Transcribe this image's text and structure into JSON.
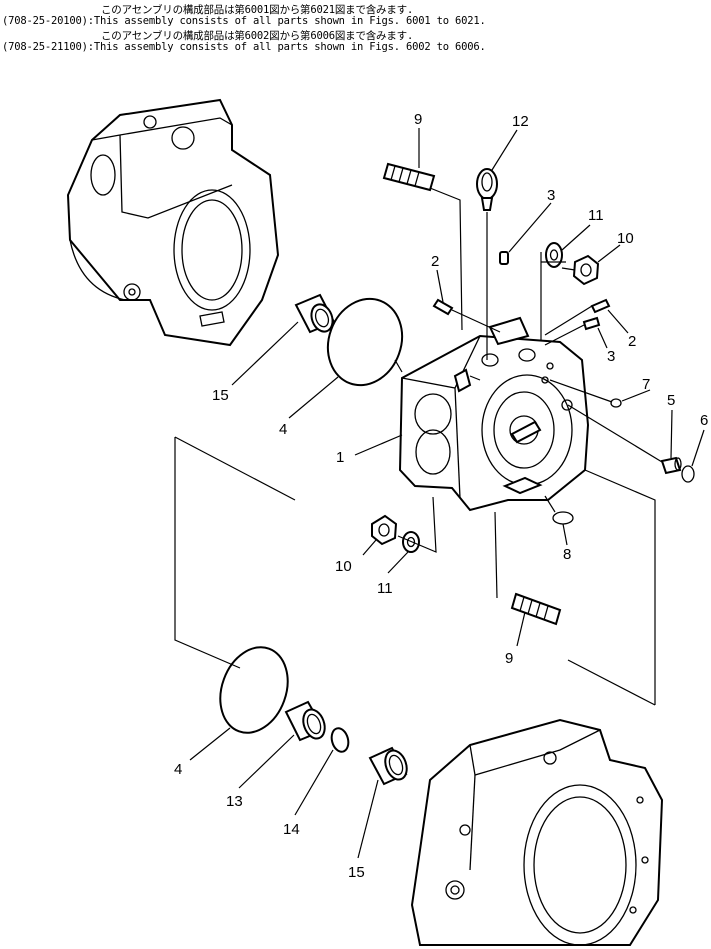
{
  "header": {
    "line1": "このアセンブリの構成部品は第6001図から第6021図まで含みます.",
    "line2": "(708-25-20100):This assembly consists of all parts shown in Figs. 6001 to 6021.",
    "line3": "このアセンブリの構成部品は第6002図から第6006図まで含みます.",
    "line4": "(708-25-21100):This assembly consists of all parts shown in Figs. 6002 to 6006."
  },
  "callouts": {
    "c1": "1",
    "c2a": "2",
    "c2b": "2",
    "c3a": "3",
    "c3b": "3",
    "c4a": "4",
    "c4b": "4",
    "c5": "5",
    "c6": "6",
    "c7": "7",
    "c8": "8",
    "c9a": "9",
    "c9b": "9",
    "c10a": "10",
    "c10b": "10",
    "c11a": "11",
    "c11b": "11",
    "c12": "12",
    "c13": "13",
    "c14": "14",
    "c15a": "15",
    "c15b": "15"
  }
}
